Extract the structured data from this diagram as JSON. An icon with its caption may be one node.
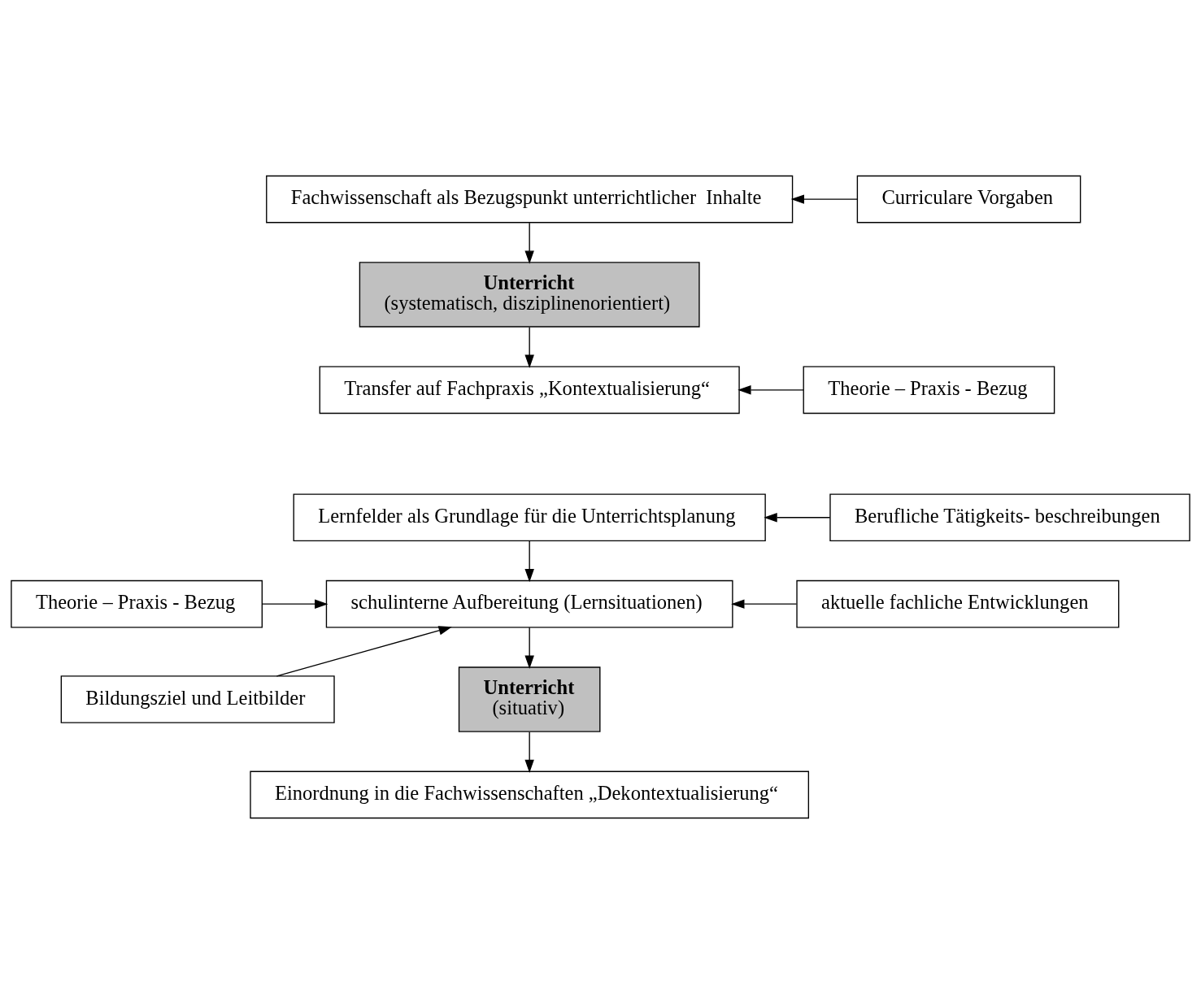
{
  "diagram": {
    "nodes": [
      {
        "text": [
          "Fachwissenschaft als Bezugspunkt unterrichtlicher  Inhalte"
        ]
      },
      {
        "text": [
          "Curriculare Vorgaben"
        ]
      },
      {
        "text": [
          "Unterricht",
          "(systematisch, disziplinenorientiert)"
        ]
      },
      {
        "text": [
          "Transfer auf Fachpraxis „Kontextualisierung“"
        ]
      },
      {
        "text": [
          "Theorie – Praxis - Bezug"
        ]
      },
      {
        "text": [
          "Lernfelder als Grundlage für die Unterrichtsplanung"
        ]
      },
      {
        "text": [
          "Berufliche Tätigkeits- beschreibungen"
        ]
      },
      {
        "text": [
          "Theorie – Praxis - Bezug"
        ]
      },
      {
        "text": [
          "schulinterne Aufbereitung (Lernsituationen)"
        ]
      },
      {
        "text": [
          "aktuelle fachliche Entwicklungen"
        ]
      },
      {
        "text": [
          "Bildungsziel und Leitbilder"
        ]
      },
      {
        "text": [
          "Unterricht",
          "(situativ)"
        ]
      },
      {
        "text": [
          "Einordnung in die Fachwissenschaften „Dekontextualisierung“"
        ]
      }
    ],
    "edges": [
      {
        "from": 1,
        "to": 0,
        "arrow": "to"
      },
      {
        "from": 0,
        "to": 2,
        "arrow": "to"
      },
      {
        "from": 2,
        "to": 3,
        "arrow": "to"
      },
      {
        "from": 4,
        "to": 3,
        "arrow": "to"
      },
      {
        "from": 6,
        "to": 5,
        "arrow": "to"
      },
      {
        "from": 5,
        "to": 8,
        "arrow": "to"
      },
      {
        "from": 7,
        "to": 8,
        "arrow": "to"
      },
      {
        "from": 9,
        "to": 8,
        "arrow": "to"
      },
      {
        "from": 10,
        "to": 8,
        "arrow": "to"
      },
      {
        "from": 8,
        "to": 11,
        "arrow": "to"
      },
      {
        "from": 11,
        "to": 12,
        "arrow": "to"
      }
    ]
  }
}
